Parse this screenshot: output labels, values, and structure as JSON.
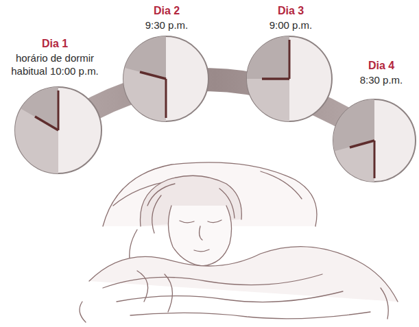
{
  "diagram": {
    "labels": [
      "Dia 1",
      "horário de dormir habitual 10:00 p.m.",
      "Dia 2",
      "9:30 p.m.",
      "Dia 3",
      "9:00 p.m.",
      "Dia 4",
      "8:30 p.m."
    ]
  }
}
